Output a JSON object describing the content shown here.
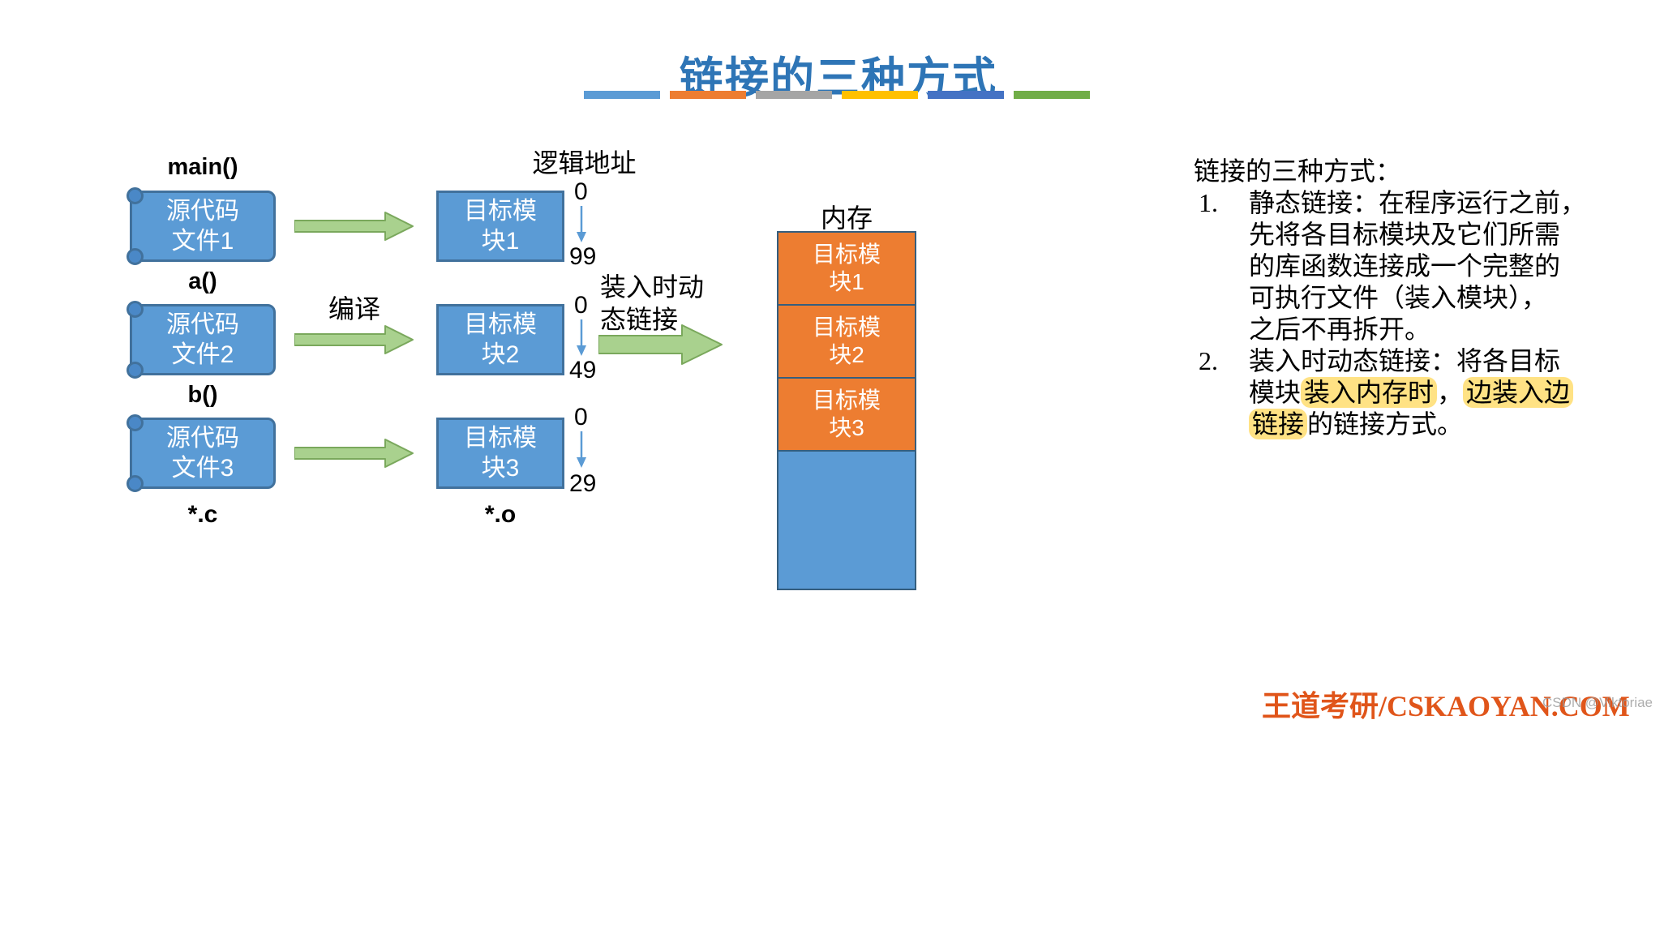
{
  "title": "链接的三种方式",
  "accent_bars": [
    "#5B9BD5",
    "#ED7D31",
    "#A5A5A5",
    "#FFC000",
    "#4472C4",
    "#70AD47"
  ],
  "diagram": {
    "logical_address_label": "逻辑地址",
    "compile_label": "编译",
    "load_link_label_line1": "装入时动",
    "load_link_label_line2": "态链接",
    "source_ext_label": "*.c",
    "object_ext_label": "*.o",
    "memory_label": "内存",
    "rows": [
      {
        "func": "main()",
        "src_line1": "源代码",
        "src_line2": "文件1",
        "obj_line1": "目标模",
        "obj_line2": "块1",
        "addr_top": "0",
        "addr_bottom": "99"
      },
      {
        "func": "a()",
        "src_line1": "源代码",
        "src_line2": "文件2",
        "obj_line1": "目标模",
        "obj_line2": "块2",
        "addr_top": "0",
        "addr_bottom": "49"
      },
      {
        "func": "b()",
        "src_line1": "源代码",
        "src_line2": "文件3",
        "obj_line1": "目标模",
        "obj_line2": "块3",
        "addr_top": "0",
        "addr_bottom": "29"
      }
    ],
    "memory_blocks": [
      {
        "line1": "目标模",
        "line2": "块1"
      },
      {
        "line1": "目标模",
        "line2": "块2"
      },
      {
        "line1": "目标模",
        "line2": "块3"
      }
    ]
  },
  "notes": {
    "heading": "链接的三种方式：",
    "items": [
      {
        "number": "1.",
        "lines": [
          [
            {
              "t": "静态链接：在程序运行之前，"
            }
          ],
          [
            {
              "t": "先将各目标模块及它们所需"
            }
          ],
          [
            {
              "t": "的库函数连接成一个完整的"
            }
          ],
          [
            {
              "t": "可执行文件（装入模块），"
            }
          ],
          [
            {
              "t": "之后不再拆开。"
            }
          ]
        ]
      },
      {
        "number": "2.",
        "lines": [
          [
            {
              "t": "装入时动态链接：将各目标"
            }
          ],
          [
            {
              "t": "模块"
            },
            {
              "t": "装入内存时",
              "h": true
            },
            {
              "t": "，"
            },
            {
              "t": "边装入边",
              "h": true
            }
          ],
          [
            {
              "t": "链接",
              "h": true
            },
            {
              "t": "的链接方式。"
            }
          ]
        ]
      }
    ]
  },
  "footer": {
    "brand": "王道考研/CSKAOYAN.COM",
    "watermark": "CSDN @Viktoriae"
  },
  "colors": {
    "title": "#2E75B6",
    "shape_blue": "#5B9BD5",
    "shape_blue_border": "#41719C",
    "memory_orange": "#ED7D31",
    "arrow_green": "#A9D18E",
    "highlight_yellow": "#FFE284",
    "brand_orange": "#E0551A"
  }
}
